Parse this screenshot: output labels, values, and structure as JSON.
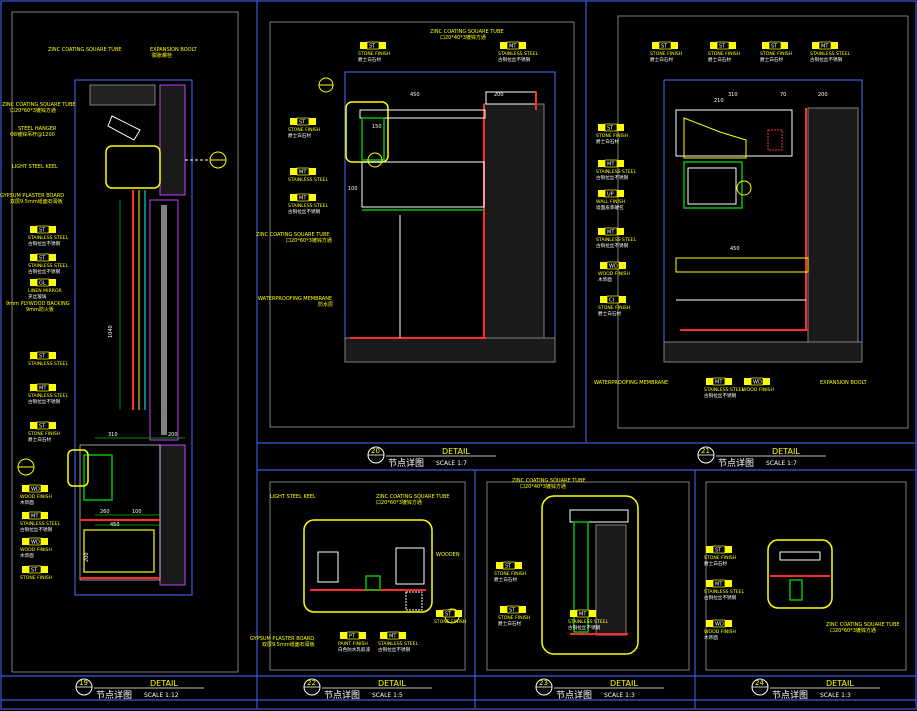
{
  "panels": [
    {
      "num": "19",
      "title": "DETAIL",
      "cn": "节点详图",
      "scale": "SCALE 1:12"
    },
    {
      "num": "20",
      "title": "DETAIL",
      "cn": "节点详图",
      "scale": "SCALE 1:7"
    },
    {
      "num": "21",
      "title": "DETAIL",
      "cn": "节点详图",
      "scale": "SCALE 1:7"
    },
    {
      "num": "22",
      "title": "DETAIL",
      "cn": "节点详图",
      "scale": "SCALE 1:5"
    },
    {
      "num": "23",
      "title": "DETAIL",
      "cn": "节点详图",
      "scale": "SCALE 1:3"
    },
    {
      "num": "24",
      "title": "DETAIL",
      "cn": "节点详图",
      "scale": "SCALE 1:3"
    }
  ],
  "p19": {
    "labels": [
      "ZINC COATING SQUARE TUBE",
      "EXPANSION BOOLT",
      "膨胀螺栓",
      "ZINC COATING SQUARE TUBE",
      "口20*60*3镀锌方通",
      "STEEL HANGER",
      "Φ8镀锌吊杆@1200",
      "LIGHT STEEL KEEL",
      "GYPSUM PLASTER BOARD",
      "双层9.5mm纸面石膏板",
      "9mm PLYWOOD BACKING",
      "9mm防火板"
    ],
    "tags": [
      {
        "code": "ST",
        "name": "STAINLESS STEEL",
        "cn": "古铜拉丝不锈钢"
      },
      {
        "code": "ST",
        "name": "STAINLESS STEEL",
        "cn": "古铜拉丝不锈钢"
      },
      {
        "code": "GL",
        "name": "LINEN MIRROR",
        "cn": "夹丝玻璃"
      },
      {
        "code": "ST",
        "name": "STAINLESS STEEL",
        "cn": ""
      },
      {
        "code": "MT",
        "name": "STAINLESS STEEL",
        "cn": "古铜拉丝不锈钢"
      },
      {
        "code": "ST",
        "name": "STONE FINISH",
        "cn": "爵士白石材"
      },
      {
        "code": "WD",
        "name": "WOOD FINISH",
        "cn": "木饰面"
      },
      {
        "code": "MT",
        "name": "STAINLESS STEEL",
        "cn": "古铜拉丝不锈钢"
      },
      {
        "code": "WD",
        "name": "WOOD FINISH",
        "cn": "木饰面"
      },
      {
        "code": "ST",
        "name": "STONE FINISH",
        "cn": ""
      }
    ],
    "dims": [
      "1040",
      "310",
      "200",
      "260",
      "100",
      "450",
      "200"
    ]
  },
  "p20": {
    "labels": [
      "ZINC COATING SQUARE TUBE",
      "口20*40*3镀锌方通",
      "ZINC COATING SQUARE TUBE",
      "口20*60*3镀锌方通",
      "WATERPROOFING MEMBRANE",
      "防水层"
    ],
    "tags": [
      {
        "code": "ST",
        "name": "STONE FINISH",
        "cn": "爵士白石材"
      },
      {
        "code": "MT",
        "name": "STAINLESS STEEL",
        "cn": "古铜拉丝不锈钢"
      },
      {
        "code": "ST",
        "name": "STONE FINISH",
        "cn": "爵士白石材"
      },
      {
        "code": "MT",
        "name": "STAINLESS STEEL",
        "cn": ""
      },
      {
        "code": "MT",
        "name": "STAINLESS STEEL",
        "cn": "古铜拉丝不锈钢"
      }
    ],
    "dims": [
      "450",
      "200",
      "150",
      "100"
    ]
  },
  "p21": {
    "labels": [
      "WATERPROOFING MEMBRANE",
      "EXPANSION BOOLT"
    ],
    "tags": [
      {
        "code": "ST",
        "name": "STONE FINISH",
        "cn": "爵士白石材"
      },
      {
        "code": "ST",
        "name": "STONE FINISH",
        "cn": "爵士白石材"
      },
      {
        "code": "ST",
        "name": "STONE FINISH",
        "cn": "爵士白石材"
      },
      {
        "code": "MT",
        "name": "STAINLESS STEEL",
        "cn": "古铜拉丝不锈钢"
      },
      {
        "code": "ST",
        "name": "STONE FINISH",
        "cn": "爵士白石材"
      },
      {
        "code": "MT",
        "name": "STAINLESS STEEL",
        "cn": "古铜拉丝不锈钢"
      },
      {
        "code": "UP",
        "name": "WALL FINISH",
        "cn": "墙面皮革硬包"
      },
      {
        "code": "MT",
        "name": "STAINLESS STEEL",
        "cn": "古铜拉丝不锈钢"
      },
      {
        "code": "WD",
        "name": "WOOD FINISH",
        "cn": "木饰面"
      },
      {
        "code": "CI",
        "name": "STONE FINISH",
        "cn": "爵士白石材"
      },
      {
        "code": "MT",
        "name": "STAINLESS STEEL",
        "cn": "古铜拉丝不锈钢"
      },
      {
        "code": "WD",
        "name": "WOOD FINISH",
        "cn": ""
      }
    ],
    "dims": [
      "310",
      "210",
      "70",
      "200",
      "450"
    ]
  },
  "p22": {
    "labels": [
      "LIGHT STEEL KEEL",
      "ZINC COATING SQUARE TUBE",
      "口20*60*3镀锌方通",
      "WOODEN",
      "GYPSUM PLASTER BOARD",
      "双层9.5mm纸面石膏板"
    ],
    "tags": [
      {
        "code": "ST",
        "name": "STONE FINISH",
        "cn": ""
      },
      {
        "code": "PT",
        "name": "PAINT FINISH",
        "cn": "白色防水乳胶漆"
      },
      {
        "code": "MT",
        "name": "STAINLESS STEEL",
        "cn": "古铜拉丝不锈钢"
      }
    ]
  },
  "p23": {
    "labels": [
      "ZINC COATING SQUARE TUBE",
      "口20*40*3镀锌方通"
    ],
    "tags": [
      {
        "code": "ST",
        "name": "STONE FINISH",
        "cn": "爵士白石材"
      },
      {
        "code": "ST",
        "name": "STONE FINISH",
        "cn": "爵士白石材"
      },
      {
        "code": "MT",
        "name": "STAINLESS STEEL",
        "cn": "古铜拉丝不锈钢"
      }
    ]
  },
  "p24": {
    "labels": [
      "ZINC COATING SQUARE TUBE",
      "口20*60*3镀锌方通"
    ],
    "tags": [
      {
        "code": "ST",
        "name": "STONE FINISH",
        "cn": "爵士白石材"
      },
      {
        "code": "MT",
        "name": "STAINLESS STEEL",
        "cn": "古铜拉丝不锈钢"
      },
      {
        "code": "WD",
        "name": "WOOD FINISH",
        "cn": "木饰面"
      }
    ]
  },
  "colors": {
    "frame": "#3a5ad9",
    "yellow": "#ffff00",
    "white": "#ffffff",
    "cyan": "#00ffff",
    "red": "#ff2a2a",
    "magenta": "#c040ff",
    "green": "#00c000",
    "gray": "#808080"
  }
}
